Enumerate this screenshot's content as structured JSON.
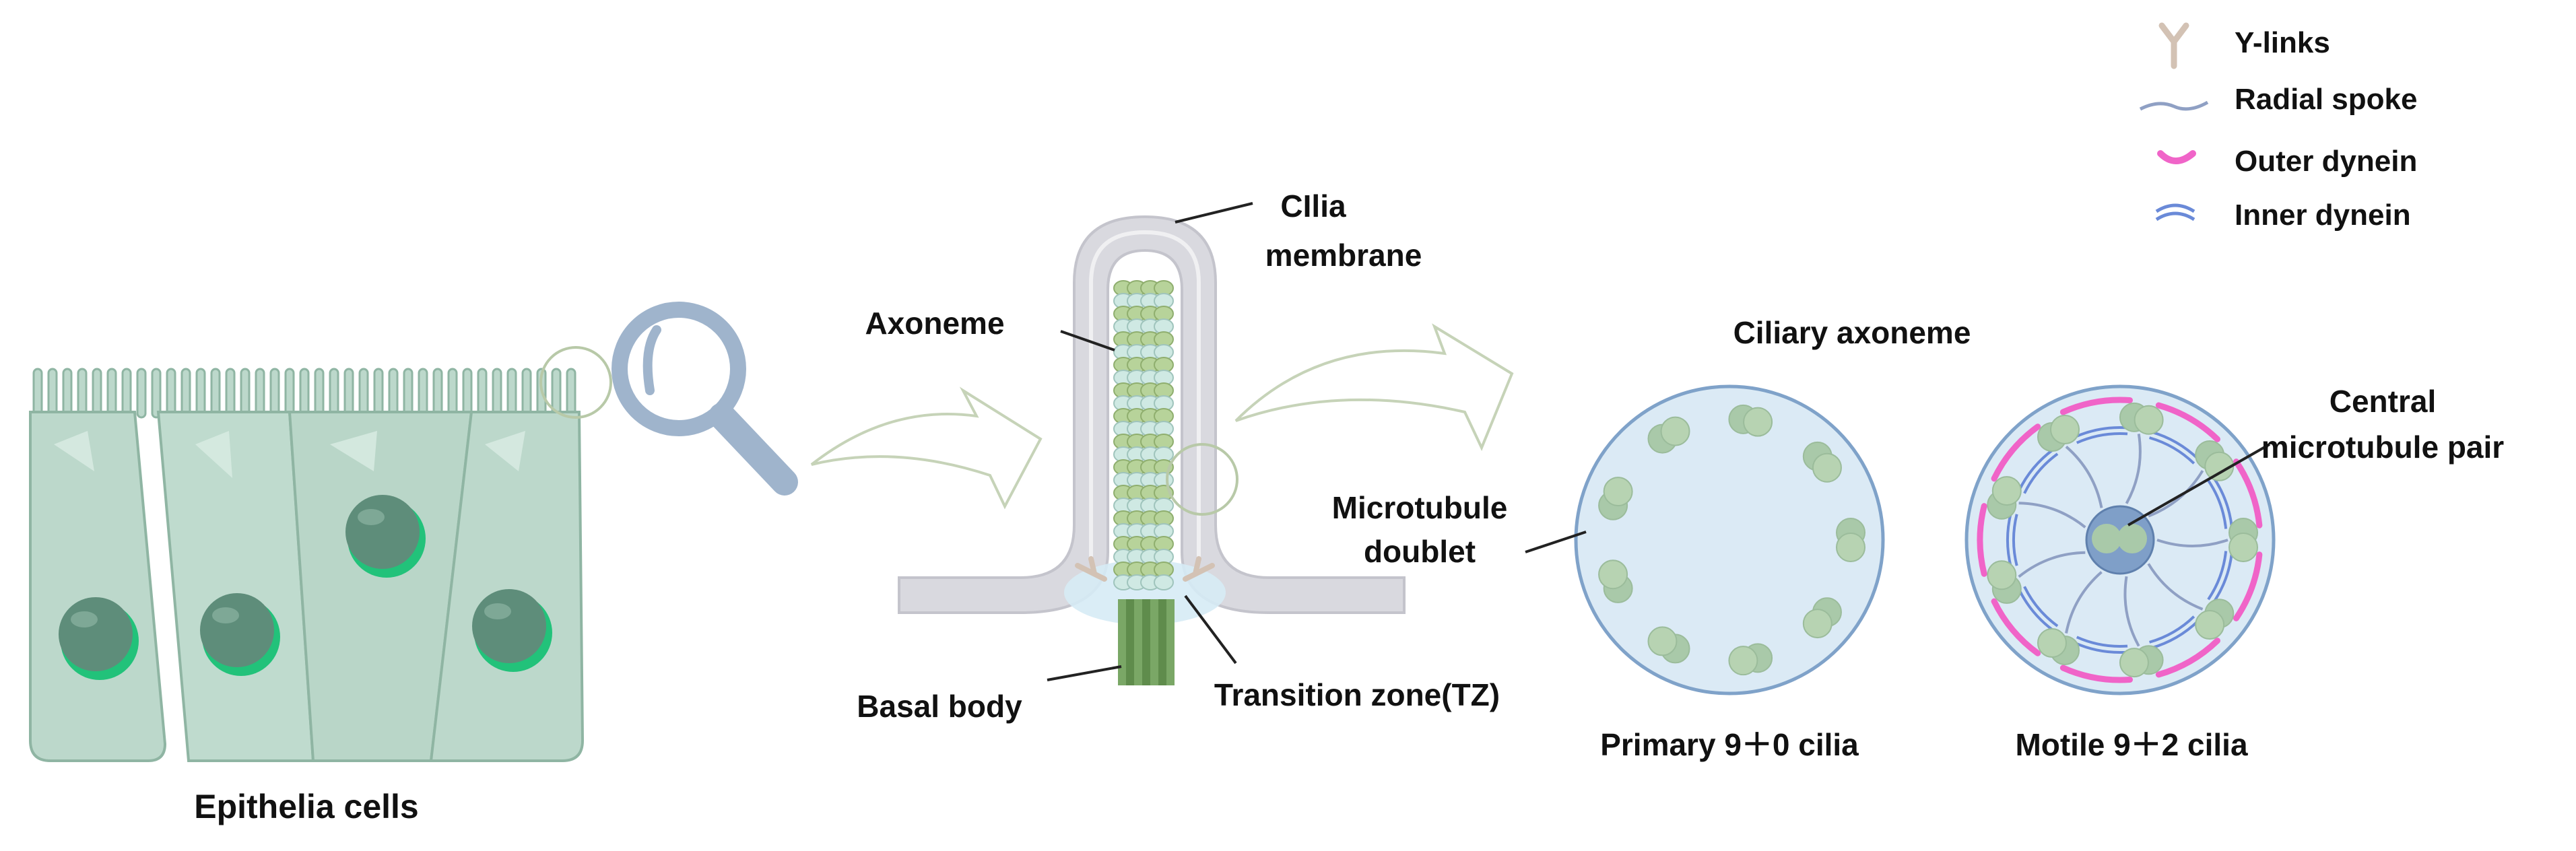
{
  "legend": {
    "items": [
      {
        "label": "Y-links",
        "icon": "y-link-icon",
        "color": "#d3c2b4"
      },
      {
        "label": "Radial spoke",
        "icon": "radial-spoke-icon",
        "color": "#8fa0c4"
      },
      {
        "label": "Outer dynein",
        "icon": "outer-dynein-icon",
        "color": "#f064c8"
      },
      {
        "label": "Inner dynein",
        "icon": "inner-dynein-icon",
        "color": "#6a8ad8"
      }
    ]
  },
  "labels": {
    "epithelia_cells": "Epithelia cells",
    "cilia_membrane_line1": "CIlia",
    "cilia_membrane_line2": "membrane",
    "axoneme": "Axoneme",
    "basal_body": "Basal body",
    "transition_zone": "Transition zone(TZ)",
    "ciliary_axoneme": "Ciliary axoneme",
    "microtubule_doublet_line1": "Microtubule",
    "microtubule_doublet_line2": "doublet",
    "central_pair_line1": "Central",
    "central_pair_line2": "microtubule pair",
    "primary_cilia": "Primary 9＋0 cilia",
    "motile_cilia": "Motile 9＋2 cilia"
  },
  "colors": {
    "cell_fill": "#bcd8cb",
    "cell_stroke": "#8fb5a3",
    "nucleus": "#5e8d7a",
    "nucleus_rim": "#22c27a",
    "magnifier": "#9fb4cc",
    "membrane": "#d9d9df",
    "axoneme_dark": "#b7d39a",
    "axoneme_light": "#cfe9e3",
    "basal_body": "#6d9a58",
    "cross_section_fill": "#dbeaf5",
    "cross_section_stroke": "#7fa2c9",
    "doublet": "#a9c9a9",
    "central_pair": "#7f9fc8"
  }
}
